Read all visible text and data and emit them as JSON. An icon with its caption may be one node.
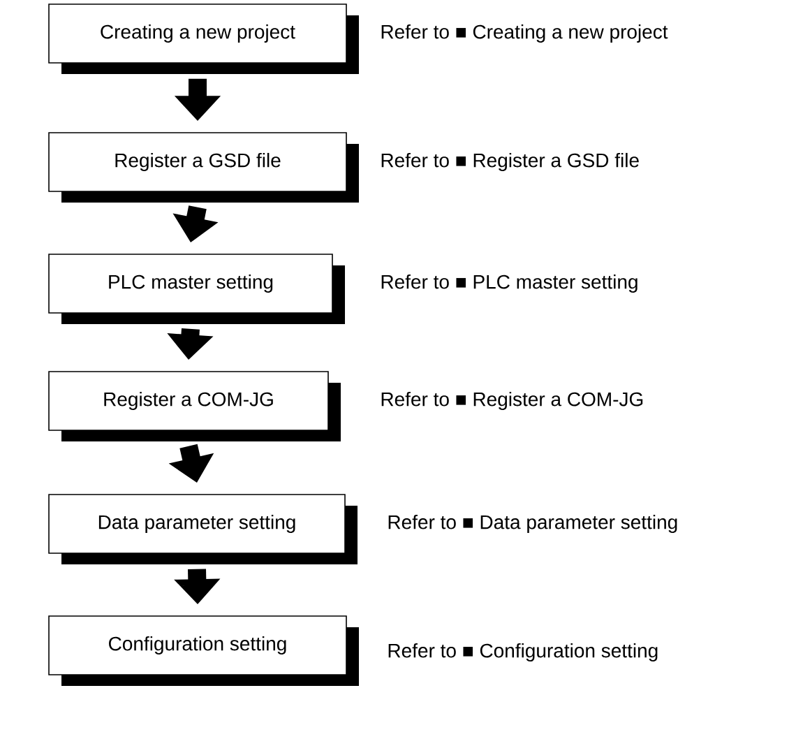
{
  "diagram": {
    "nodes": [
      {
        "text": [
          "Creating a new project"
        ],
        "beside": [
          "Refer to ■ Creating a new project"
        ]
      },
      {
        "text": [
          "Register a GSD file"
        ],
        "beside": [
          "Refer to ■ Register a GSD file"
        ]
      },
      {
        "text": [
          "PLC master setting"
        ],
        "beside": [
          "Refer to ■ PLC master setting"
        ]
      },
      {
        "text": [
          "Register a COM-JG"
        ],
        "beside": [
          "Refer to ■ Register a COM-JG"
        ]
      },
      {
        "text": [
          "Data parameter setting"
        ],
        "beside": [
          "Refer to ■ Data parameter setting"
        ]
      },
      {
        "text": [
          "Configuration setting"
        ],
        "beside": [
          "Refer to ■ Configuration setting"
        ]
      }
    ],
    "edges": [
      {
        "from": 0,
        "to": 1,
        "arrow": "to"
      },
      {
        "from": 1,
        "to": 2,
        "arrow": "to"
      },
      {
        "from": 2,
        "to": 3,
        "arrow": "to"
      },
      {
        "from": 3,
        "to": 4,
        "arrow": "to"
      },
      {
        "from": 4,
        "to": 5,
        "arrow": "to"
      }
    ]
  }
}
